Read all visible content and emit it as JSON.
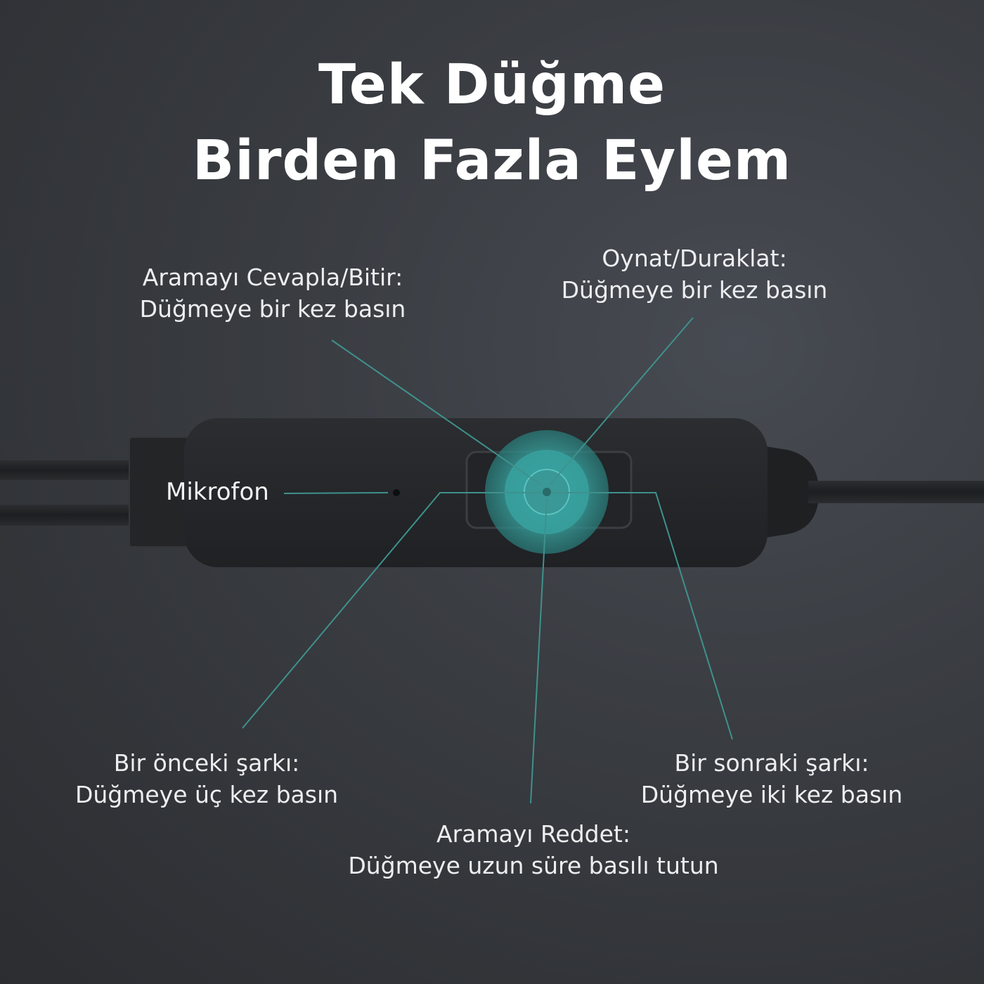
{
  "title": {
    "line1": "Tek Düğme",
    "line2": "Birden Fazla Eylem"
  },
  "callouts": {
    "answer_end": {
      "title": "Aramayı Cevapla/Bitir:",
      "action": "Düğmeye bir kez basın"
    },
    "play_pause": {
      "title": "Oynat/Duraklat:",
      "action": "Düğmeye bir kez basın"
    },
    "microphone": {
      "label": "Mikrofon"
    },
    "previous_song": {
      "title": "Bir önceki şarkı:",
      "action": "Düğmeye üç kez basın"
    },
    "next_song": {
      "title": "Bir sonraki şarkı:",
      "action": "Düğmeye iki kez basın"
    },
    "reject_call": {
      "title": "Aramayı Reddet:",
      "action": "Düğmeye uzun süre basılı tutun"
    }
  },
  "colors": {
    "accent": "#2f8f8a",
    "glow": "#3aa7a5",
    "remote_body": "#26282b",
    "cable": "#1f2123",
    "leader_line": "#3d8f8b"
  }
}
